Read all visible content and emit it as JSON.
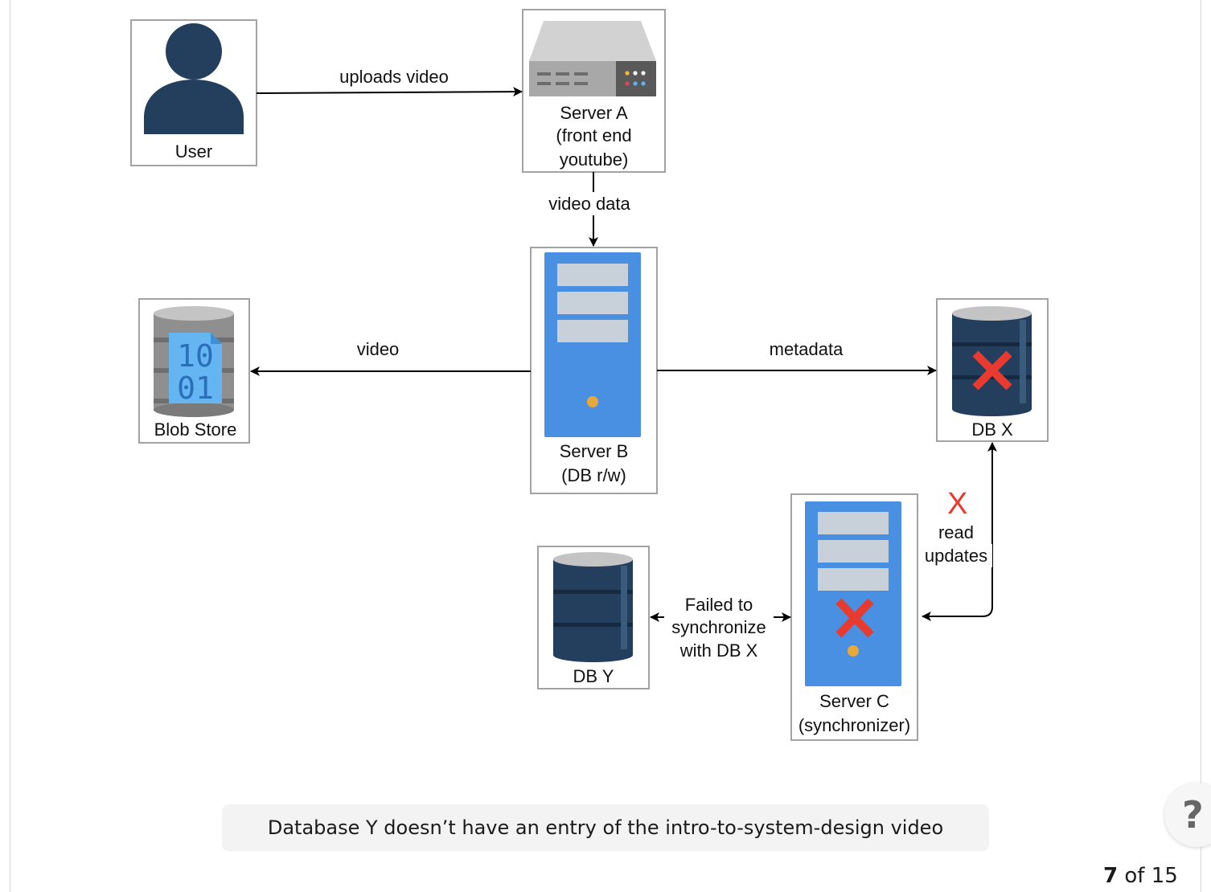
{
  "nodes": {
    "user": "User",
    "server_a": [
      "Server A",
      "(front end",
      "youtube)"
    ],
    "server_b": [
      "Server B",
      "(DB r/w)"
    ],
    "blob_store": "Blob Store",
    "db_x": "DB X",
    "db_y": "DB Y",
    "server_c": [
      "Server C",
      "(synchronizer)"
    ],
    "blob_bits": [
      "10",
      "01"
    ]
  },
  "edges": {
    "uploads_video": "uploads video",
    "video_data": "video data",
    "video": "video",
    "metadata": "metadata",
    "read_updates": [
      "read",
      "updates"
    ],
    "failed_sync": [
      "Failed to",
      "synchronize",
      "with DB X"
    ],
    "failure_mark": "X"
  },
  "caption": "Database Y doesn’t have an entry of the intro-to-system-design video",
  "pager": {
    "current": "7",
    "separator": "of",
    "total": "15"
  },
  "help_label": "?",
  "colors": {
    "navy": "#243f5e",
    "server_blue": "#4a90e2",
    "panel_gray": "#c8d1da",
    "failure_red": "#e83a2e",
    "led_yellow": "#e8a93a",
    "caption_bg": "#f3f3f3"
  },
  "icons": [
    "user-icon",
    "rack-server-icon",
    "tower-server-icon",
    "database-icon",
    "blob-store-icon",
    "failure-x-icon",
    "help-icon"
  ]
}
